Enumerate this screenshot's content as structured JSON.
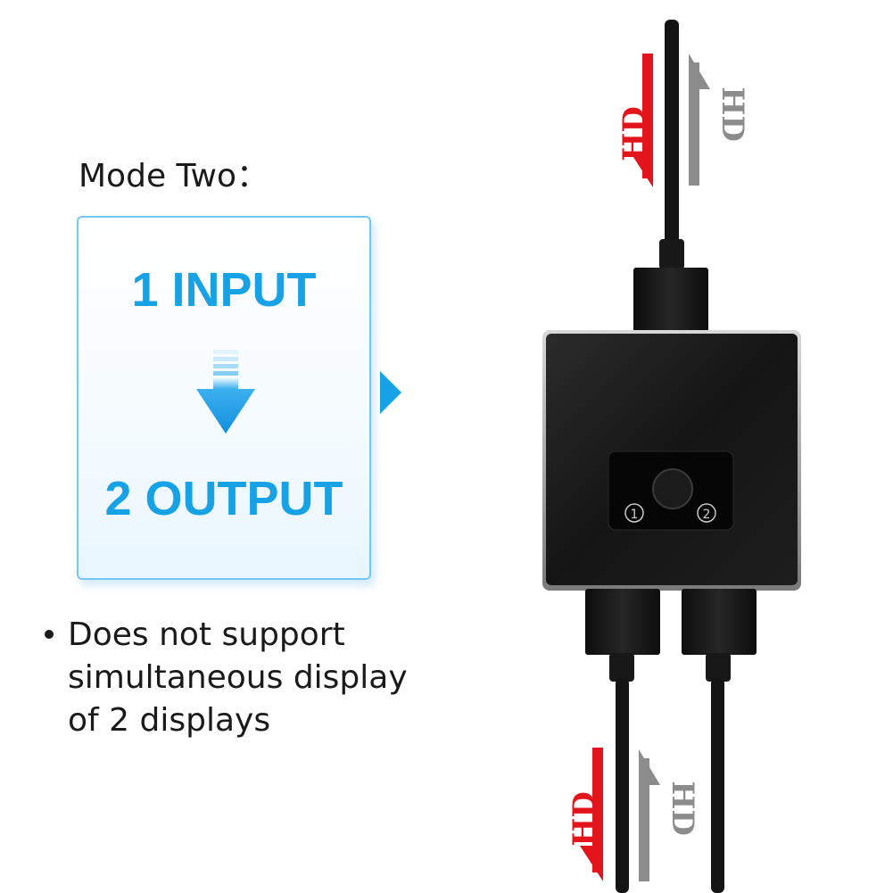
{
  "mode": {
    "title": "Mode Two：",
    "input_label": "1 INPUT",
    "output_label": "2 OUTPUT"
  },
  "note": {
    "text": "Does not support simultaneous display of 2 displays"
  },
  "device": {
    "port_labels": [
      "1",
      "2"
    ],
    "hd_labels": {
      "top_red": "HD",
      "top_gray": "HD",
      "bottom_red": "HD",
      "bottom_gray": "HD"
    }
  },
  "colors": {
    "accent_blue": "#18a2e6",
    "box_border": "#74c7f2",
    "signal_red": "#e3141b",
    "signal_gray": "#8c8c8c",
    "device_body": "#1c1c1c"
  },
  "icons": {
    "flow_arrow": "down-arrow-icon",
    "pointer": "right-triangle-icon"
  }
}
